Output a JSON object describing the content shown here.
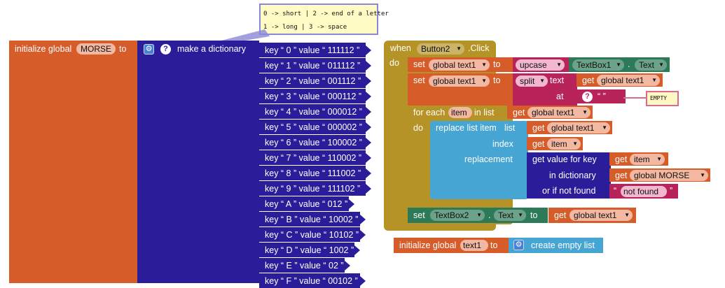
{
  "comment": {
    "line1": "0 -> short | 2 -> end of a letter",
    "line2": "1 -> long  | 3 -> space"
  },
  "init_morse": {
    "label": "initialize global",
    "var_name": "MORSE",
    "to": "to",
    "make_dict": "make a dictionary",
    "gear_icon": "gear-icon",
    "help_icon": "help-icon"
  },
  "pairs": [
    {
      "text": "key “ 0 ” value “ 111112 ”"
    },
    {
      "text": "key “ 1 ” value “ 011112 ”"
    },
    {
      "text": "key “ 2 ” value “ 001112 ”"
    },
    {
      "text": "key “ 3 ” value “ 000112 ”"
    },
    {
      "text": "key “ 4 ” value “ 000012 ”"
    },
    {
      "text": "key “ 5 ” value “ 000002 ”"
    },
    {
      "text": "key “ 6 ” value “ 100002 ”"
    },
    {
      "text": "key “ 7 ” value “ 110002 ”"
    },
    {
      "text": "key “ 8 ” value “ 111002 ”"
    },
    {
      "text": "key “ 9 ” value “ 111102 ”"
    },
    {
      "text": "key “ A ” value “ 012 ”"
    },
    {
      "text": "key “ B ” value “ 10002 ”"
    },
    {
      "text": "key “ C ” value “ 10102 ”"
    },
    {
      "text": "key “ D ” value “ 1002 ”"
    },
    {
      "text": "key “ E ” value “ 02 ”"
    },
    {
      "text": "key “ F ” value “ 00102 ”"
    }
  ],
  "event": {
    "when": "when",
    "component": "Button2",
    "event_name": ".Click",
    "do": "do"
  },
  "set1": {
    "set": "set",
    "var": "global text1",
    "to": "to",
    "upcase": "upcase",
    "component": "TextBox1",
    "dot": ".",
    "prop": "Text"
  },
  "set2": {
    "set": "set",
    "var": "global text1",
    "to": "to",
    "split": "split",
    "text_label": "text",
    "get": "get",
    "get_var": "global text1",
    "at": "at",
    "help_icon": "help-icon",
    "quote": "“ ”",
    "bubble": "EMPTY"
  },
  "foreach": {
    "label": "for each",
    "item": "item",
    "in_list": "in list",
    "get": "get",
    "list_var": "global text1",
    "do": "do"
  },
  "replace": {
    "label": "replace list item",
    "list": "list",
    "get1": "get",
    "list_var": "global text1",
    "index": "index",
    "get2": "get",
    "index_var": "item",
    "replacement": "replacement",
    "get_value": "get value for key",
    "get3": "get",
    "key_var": "item",
    "in_dict": "in dictionary",
    "get4": "get",
    "dict_var": "global MORSE",
    "or_if": "or if not found",
    "not_found": "not found"
  },
  "set3": {
    "set": "set",
    "component": "TextBox2",
    "dot": ".",
    "prop": "Text",
    "to": "to",
    "get": "get",
    "var": "global text1"
  },
  "init_text1": {
    "label": "initialize global",
    "var_name": "text1",
    "to": "to",
    "create": "create empty list"
  },
  "colors": {
    "variables": "#d65d2a",
    "dictionaries": "#2b1d9a",
    "control": "#b59327",
    "lists": "#47a5d3",
    "components": "#2d7a58",
    "text": "#b8245a"
  }
}
